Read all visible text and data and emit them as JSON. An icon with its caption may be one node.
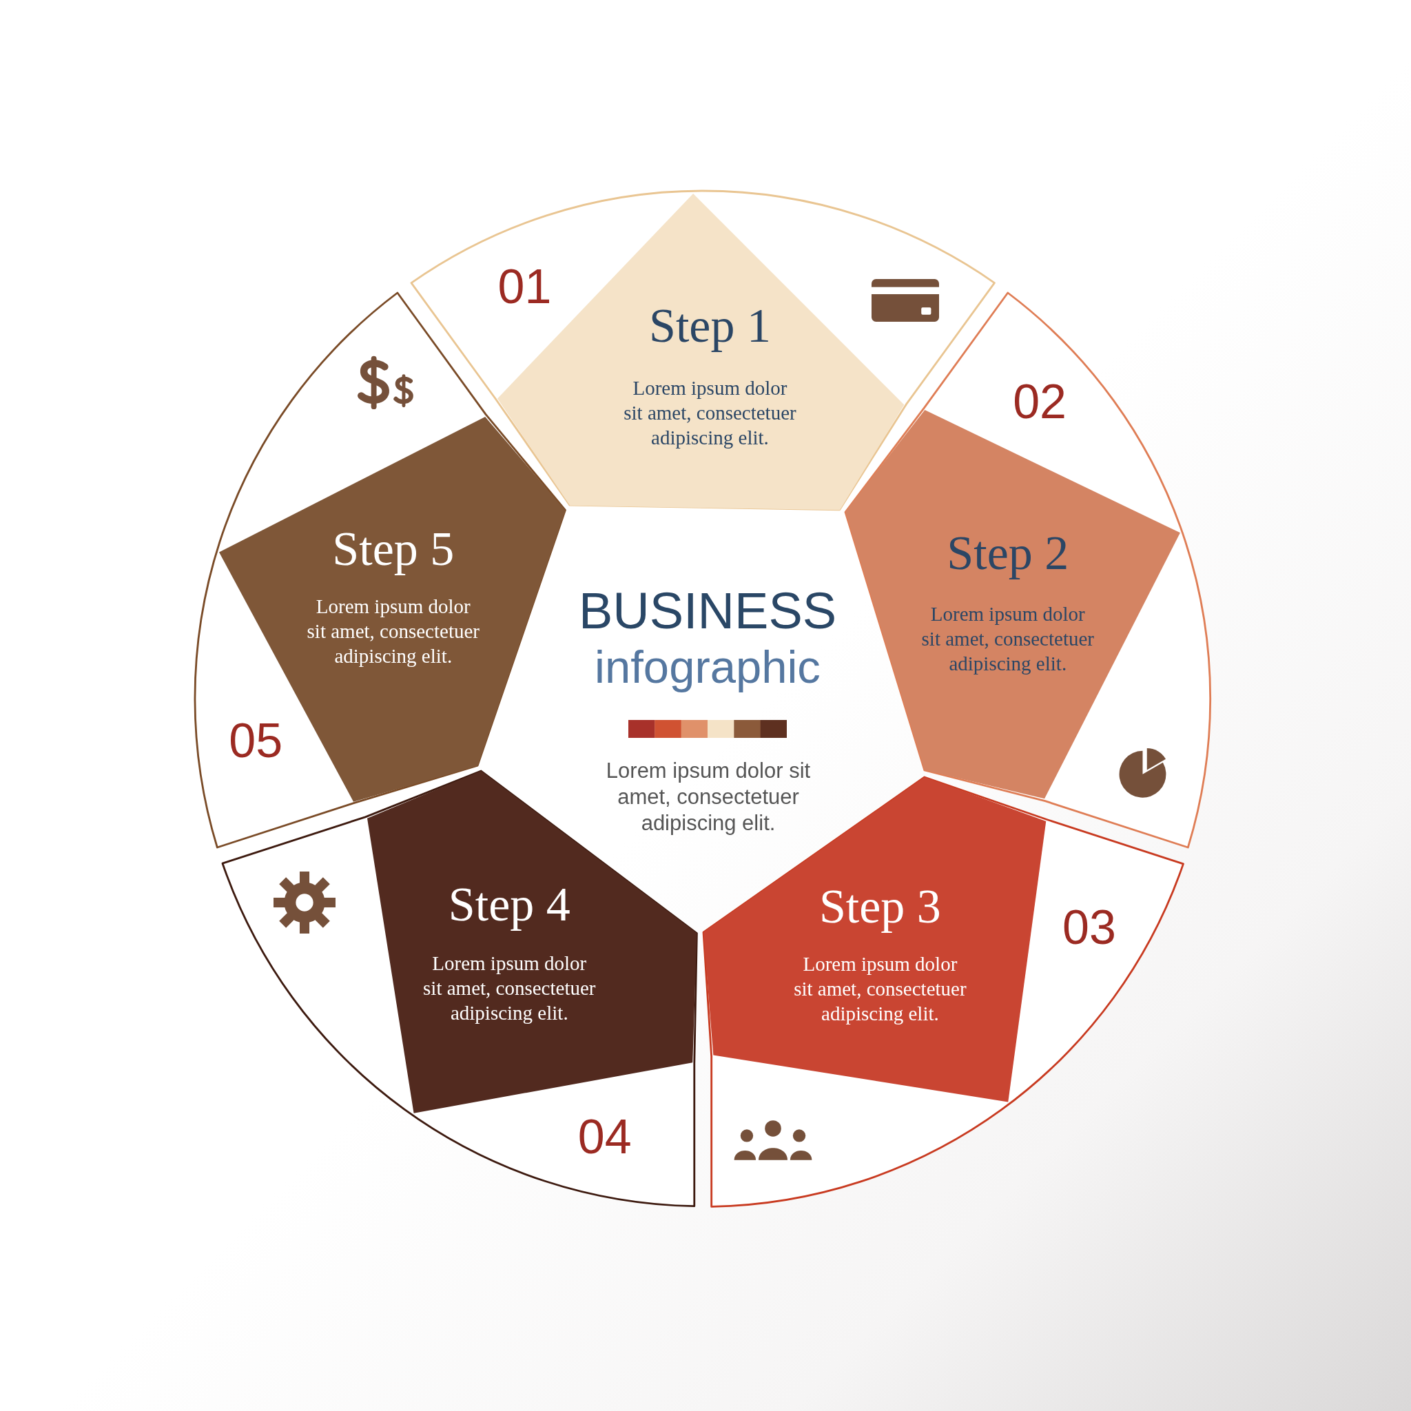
{
  "diagram": {
    "title": "BUSINESS infographic",
    "nodes": [
      {
        "text": [
          "01"
        ]
      },
      {
        "text": [
          "Step 1",
          "Lorem ipsum dolor sit amet, consectetuer adipiscing elit."
        ],
        "in": 0
      },
      {
        "text": [
          "02"
        ]
      },
      {
        "text": [
          "Step 2",
          "Lorem ipsum dolor sit amet, consectetuer adipiscing elit."
        ],
        "in": 2
      },
      {
        "text": [
          "03"
        ]
      },
      {
        "text": [
          "Step 3",
          "Lorem ipsum dolor sit amet, consectetuer adipiscing elit."
        ],
        "in": 4
      },
      {
        "text": [
          "04"
        ]
      },
      {
        "text": [
          "Step 4",
          "Lorem ipsum dolor sit amet, consectetuer adipiscing elit."
        ],
        "in": 6
      },
      {
        "text": [
          "05"
        ]
      },
      {
        "text": [
          "Step 5",
          "Lorem ipsum dolor sit amet, consectetuer adipiscing elit."
        ],
        "in": 8
      }
    ],
    "labels": [
      "Lorem ipsum dolor sit amet, consectetuer adipiscing elit."
    ]
  }
}
